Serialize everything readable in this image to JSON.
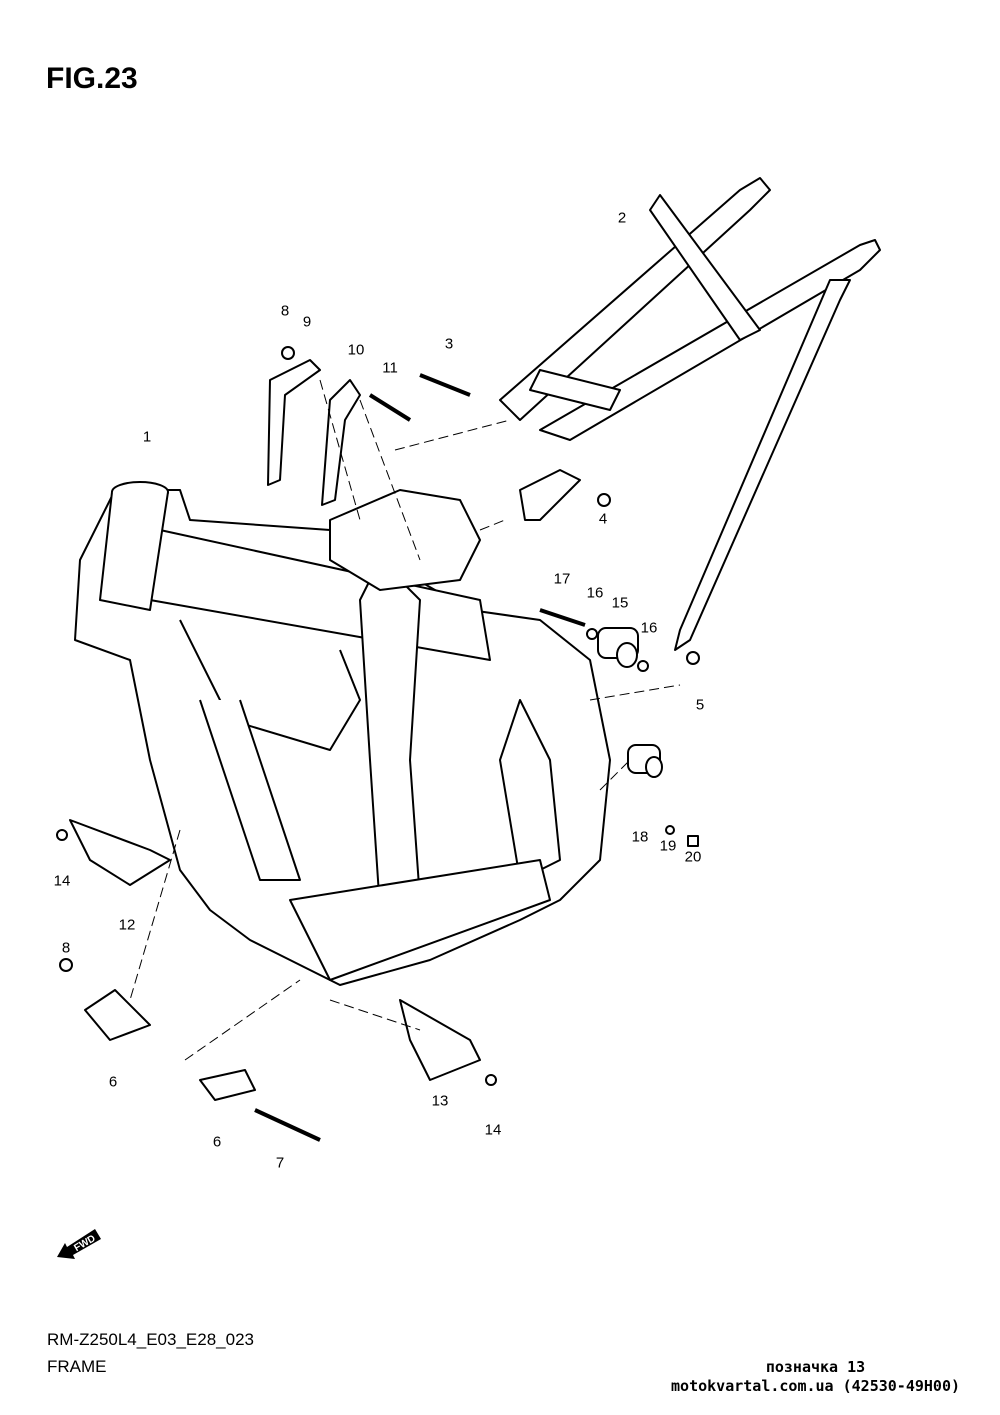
{
  "figure_title": "FIG.23",
  "callouts": [
    "1",
    "2",
    "3",
    "4",
    "5",
    "6",
    "6",
    "7",
    "8",
    "8",
    "9",
    "10",
    "11",
    "12",
    "13",
    "14",
    "14",
    "15",
    "16",
    "16",
    "17",
    "18",
    "19",
    "20"
  ],
  "fwd_label": "FWD",
  "diagram_code": "RM-Z250L4_E03_E28_023",
  "diagram_name": "FRAME",
  "watermark": {
    "line1": "позначка 13",
    "line2": "motokvartal.com.ua (42530-49H00)"
  }
}
